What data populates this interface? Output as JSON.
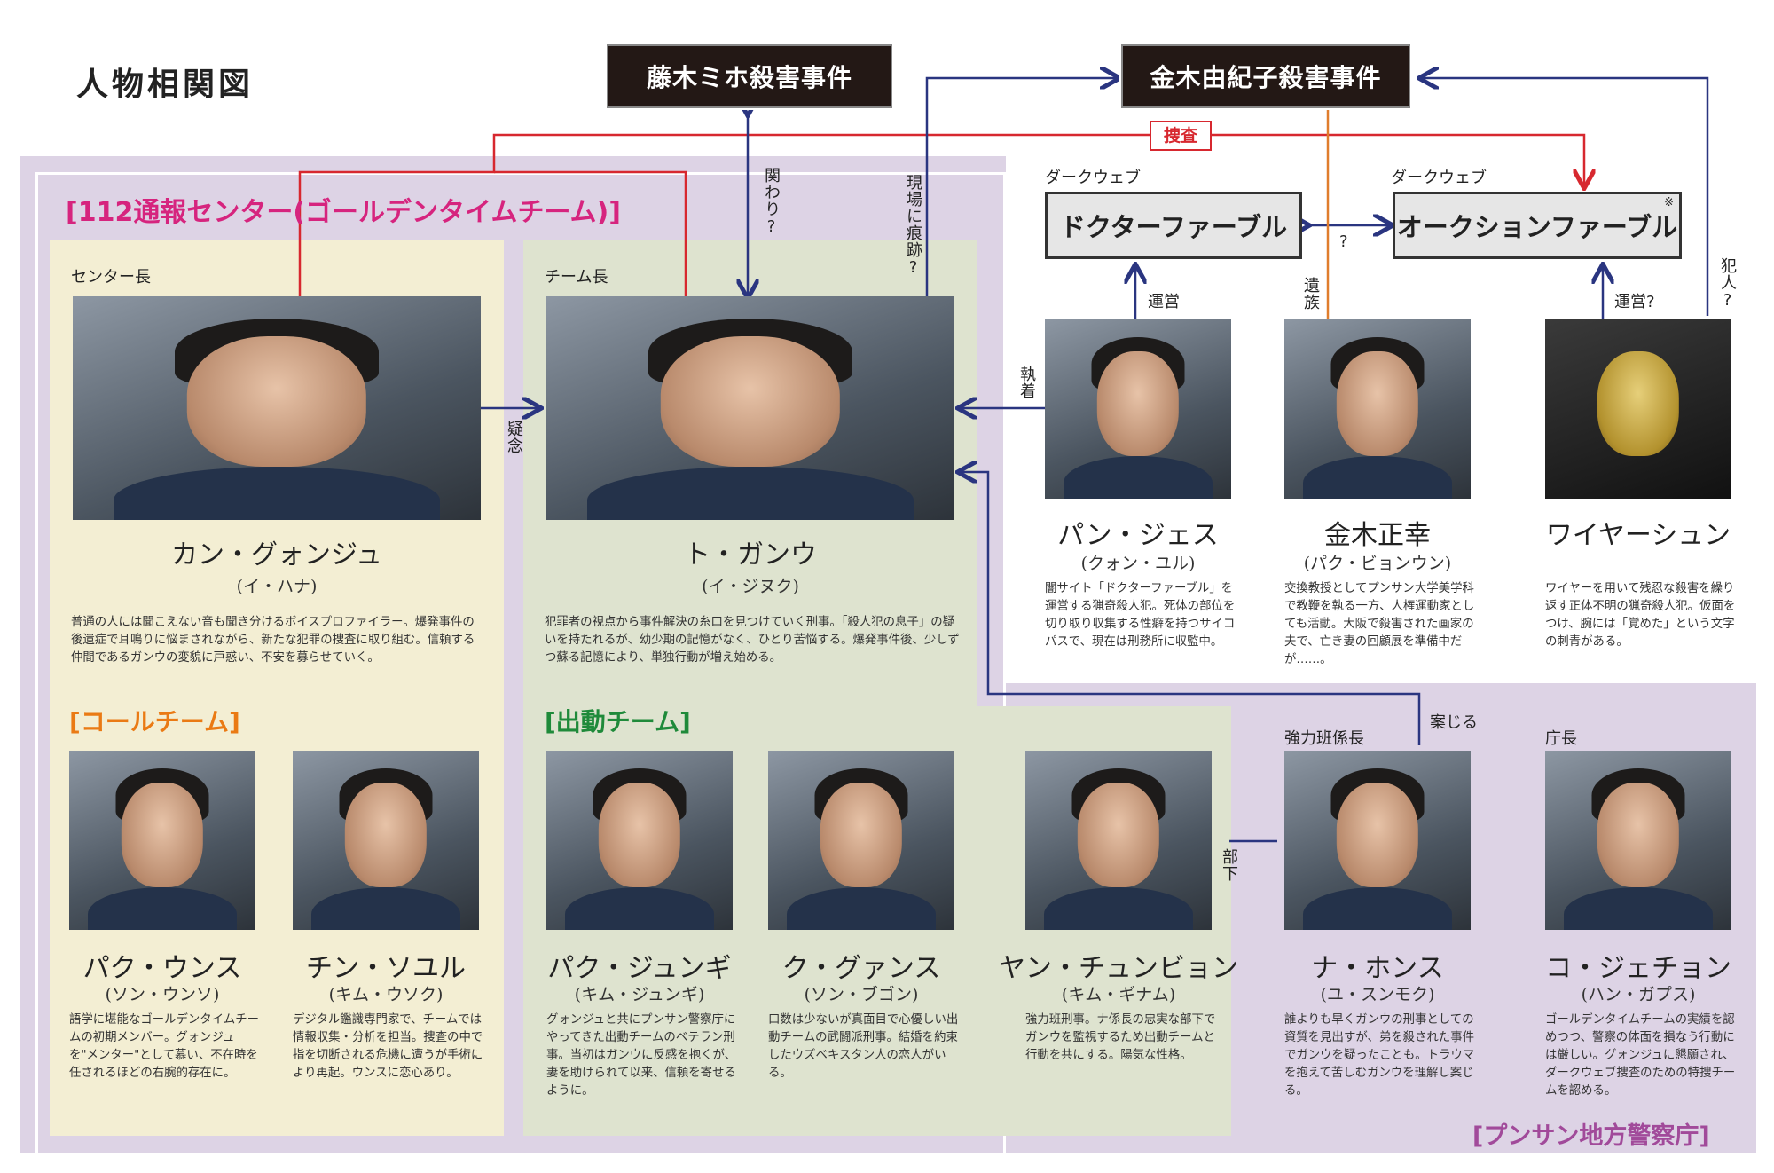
{
  "header": {
    "title": "人物相関図"
  },
  "cases": {
    "fujiki": "藤木ミホ殺害事件",
    "kaneki": "金木由紀子殺害事件"
  },
  "darkweb": {
    "label1": "ダークウェブ",
    "label2": "ダークウェブ",
    "doctor": "ドクターファーブル",
    "auction": "オークションファーブル",
    "mark": "※"
  },
  "sections": {
    "center": "[112通報センター(ゴールデンタイムチーム)]",
    "call": "[コールチーム]",
    "dispatch": "[出動チーム]",
    "police": "[プンサン地方警察庁]"
  },
  "relations": {
    "sousa": "捜査",
    "kakawari": "関わり?",
    "genba": "現場に痕跡?",
    "unei1": "運営",
    "q": "?",
    "izoku": "遺族",
    "unei2": "運営?",
    "hannin": "犯人?",
    "shunen": "執着",
    "giwaku": "疑念",
    "anjiru": "案じる",
    "buka": "部下"
  },
  "colors": {
    "red": "#d7282f",
    "navy": "#2a3580",
    "orange": "#e07d2c",
    "magenta": "#d6247e",
    "callOrange": "#ea7a14",
    "green": "#1f8a3a",
    "purpleText": "#a14a9a"
  },
  "people": [
    {
      "id": "kang",
      "role": "センター長",
      "name": "カン・グォンジュ",
      "actor": "(イ・ハナ)",
      "desc": "普通の人には聞こえない音も聞き分けるボイスプロファイラー。爆発事件の後遺症で耳鳴りに悩まされながら、新たな犯罪の捜査に取り組む。信頼する仲間であるガンウの変貌に戸惑い、不安を募らせていく。"
    },
    {
      "id": "to",
      "role": "チーム長",
      "name": "ト・ガンウ",
      "actor": "(イ・ジヌク)",
      "desc": "犯罪者の視点から事件解決の糸口を見つけていく刑事。「殺人犯の息子」の疑いを持たれるが、幼少期の記憶がなく、ひとり苦悩する。爆発事件後、少しずつ蘇る記憶により、単独行動が増え始める。"
    },
    {
      "id": "pang",
      "role": "",
      "name": "パン・ジェス",
      "actor": "(クォン・ユル)",
      "desc": "闇サイト「ドクターファーブル」を運営する猟奇殺人犯。死体の部位を切り取り収集する性癖を持つサイコパスで、現在は刑務所に収監中。"
    },
    {
      "id": "kaneki",
      "role": "",
      "name": "金木正幸",
      "actor": "(パク・ビョンウン)",
      "desc": "交換教授としてプンサン大学美学科で教鞭を執る一方、人権運動家としても活動。大阪で殺害された画家の夫で、亡き妻の回顧展を準備中だが……。"
    },
    {
      "id": "wire",
      "role": "",
      "name": "ワイヤーシュン",
      "actor": "",
      "desc": "ワイヤーを用いて残忍な殺害を繰り返す正体不明の猟奇殺人犯。仮面をつけ、腕には「覚めた」という文字の刺青がある。"
    },
    {
      "id": "pwu",
      "role": "",
      "name": "パク・ウンス",
      "actor": "(ソン・ウンソ)",
      "desc": "語学に堪能なゴールデンタイムチームの初期メンバー。グォンジュを\"メンター\"として慕い、不在時を任されるほどの右腕的存在に。"
    },
    {
      "id": "jin",
      "role": "",
      "name": "チン・ソユル",
      "actor": "(キム・ウソク)",
      "desc": "デジタル鑑識専門家で、チームでは情報収集・分析を担当。捜査の中で指を切断される危機に遭うが手術により再起。ウンスに恋心あり。"
    },
    {
      "id": "pjg",
      "role": "",
      "name": "パク・ジュンギ",
      "actor": "(キム・ジュンギ)",
      "desc": "グォンジュと共にプンサン警察庁にやってきた出動チームのベテラン刑事。当初はガンウに反感を抱くが、妻を助けられて以来、信頼を寄せるように。"
    },
    {
      "id": "ku",
      "role": "",
      "name": "ク・グァンス",
      "actor": "(ソン・ブゴン)",
      "desc": "口数は少ないが真面目で心優しい出動チームの武闘派刑事。結婚を約束したウズベキスタン人の恋人がいる。"
    },
    {
      "id": "yang",
      "role": "",
      "name": "ヤン・チュンビョン",
      "actor": "(キム・ギナム)",
      "desc": "強力班刑事。ナ係長の忠実な部下でガンウを監視するため出動チームと行動を共にする。陽気な性格。"
    },
    {
      "id": "na",
      "role": "強力班係長",
      "name": "ナ・ホンス",
      "actor": "(ユ・スンモク)",
      "desc": "誰よりも早くガンウの刑事としての資質を見出すが、弟を殺された事件でガンウを疑ったことも。トラウマを抱えて苦しむガンウを理解し案じる。"
    },
    {
      "id": "ko",
      "role": "庁長",
      "name": "コ・ジェチョン",
      "actor": "(ハン・ガプス)",
      "desc": "ゴールデンタイムチームの実績を認めつつ、警察の体面を損なう行動には厳しい。グォンジュに懇願され、ダークウェブ捜査のための特捜チームを認める。"
    }
  ]
}
